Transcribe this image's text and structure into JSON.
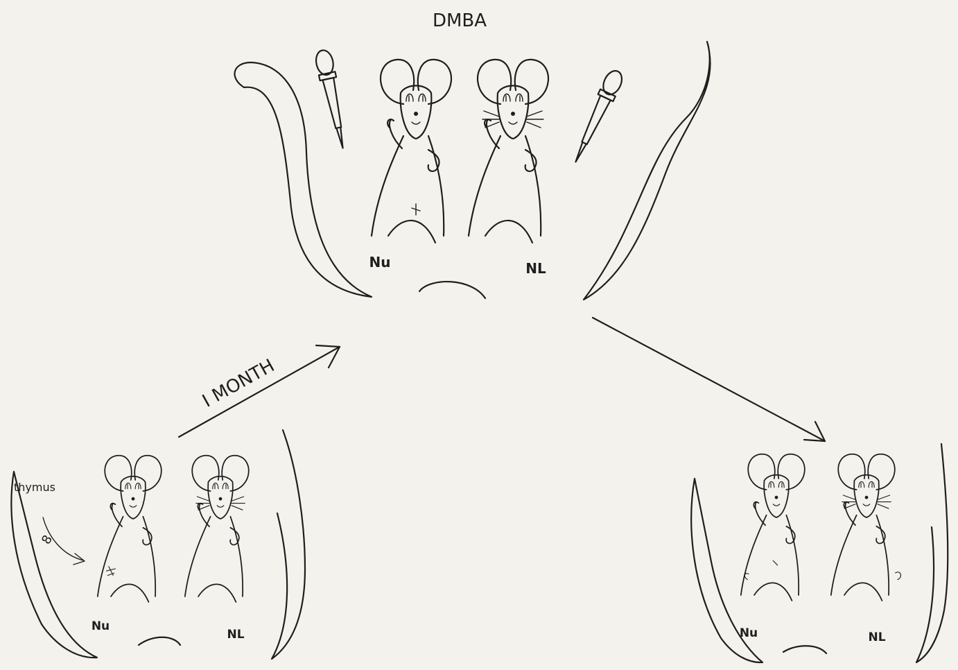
{
  "figure": {
    "treatment_label": "DMBA",
    "time_label": "I MONTH",
    "organ_label": "thymus",
    "graft_marker": "8",
    "top_pair": {
      "left_label": "Nu",
      "right_label": "NL"
    },
    "left_pair": {
      "left_label": "Nu",
      "right_label": "NL"
    },
    "right_pair": {
      "left_label": "Nu",
      "right_label": "NL"
    }
  },
  "colors": {
    "ink": "#1e1e1e",
    "paper": "#f3f2ed"
  },
  "icons": [
    "mouse-pair-illustration",
    "dropper-icon",
    "arrow-icon"
  ]
}
